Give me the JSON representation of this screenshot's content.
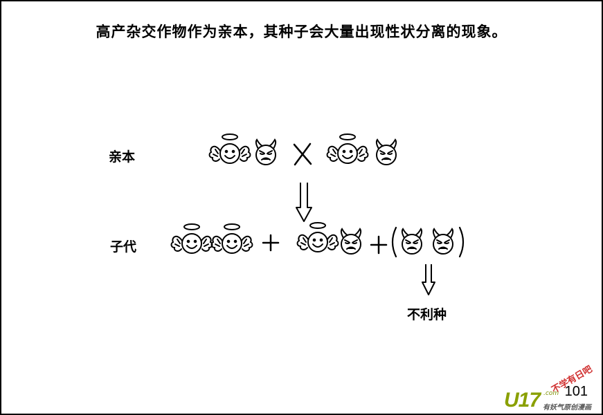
{
  "title": "高产杂交作物作为亲本，其种子会大量出现性状分离的现象。",
  "labels": {
    "parent": "亲本",
    "offspring": "子代",
    "unfavorable": "不利种"
  },
  "page_number": "101",
  "watermark": {
    "logo": "U17",
    "com": ".com",
    "subtitle": "有妖气原创漫画",
    "stamp": "不学有日吧"
  }
}
